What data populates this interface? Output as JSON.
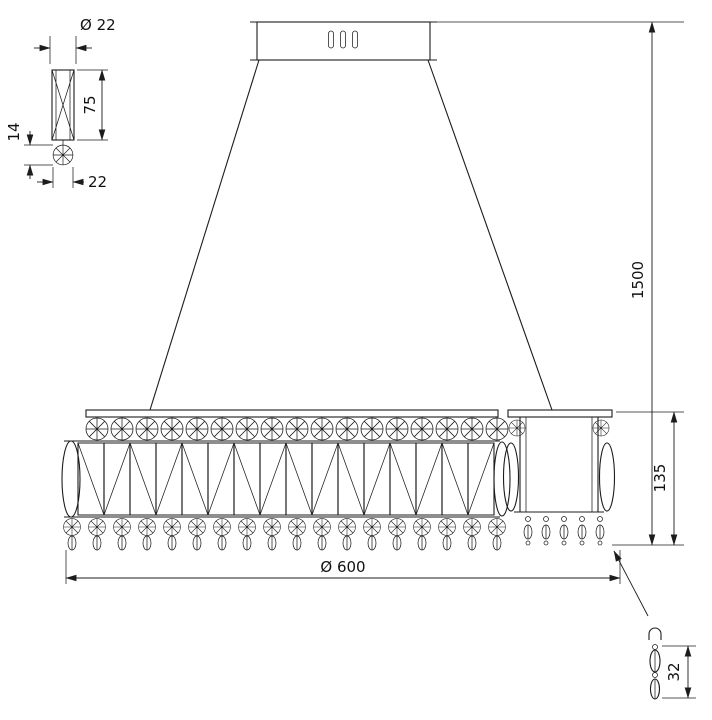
{
  "page": {
    "background": "#ffffff",
    "line_color": "#1c1c1c"
  },
  "drawing": {
    "title": "Chandelier dimensional technical drawing",
    "dimensions": {
      "crystal_top_diameter": "Ø 22",
      "crystal_height": "75",
      "crystal_side": "14",
      "crystal_bottom_width": "22",
      "suspension_length": "1500",
      "body_height": "135",
      "body_diameter": "Ø 600",
      "pendant_drop_height": "32"
    }
  }
}
